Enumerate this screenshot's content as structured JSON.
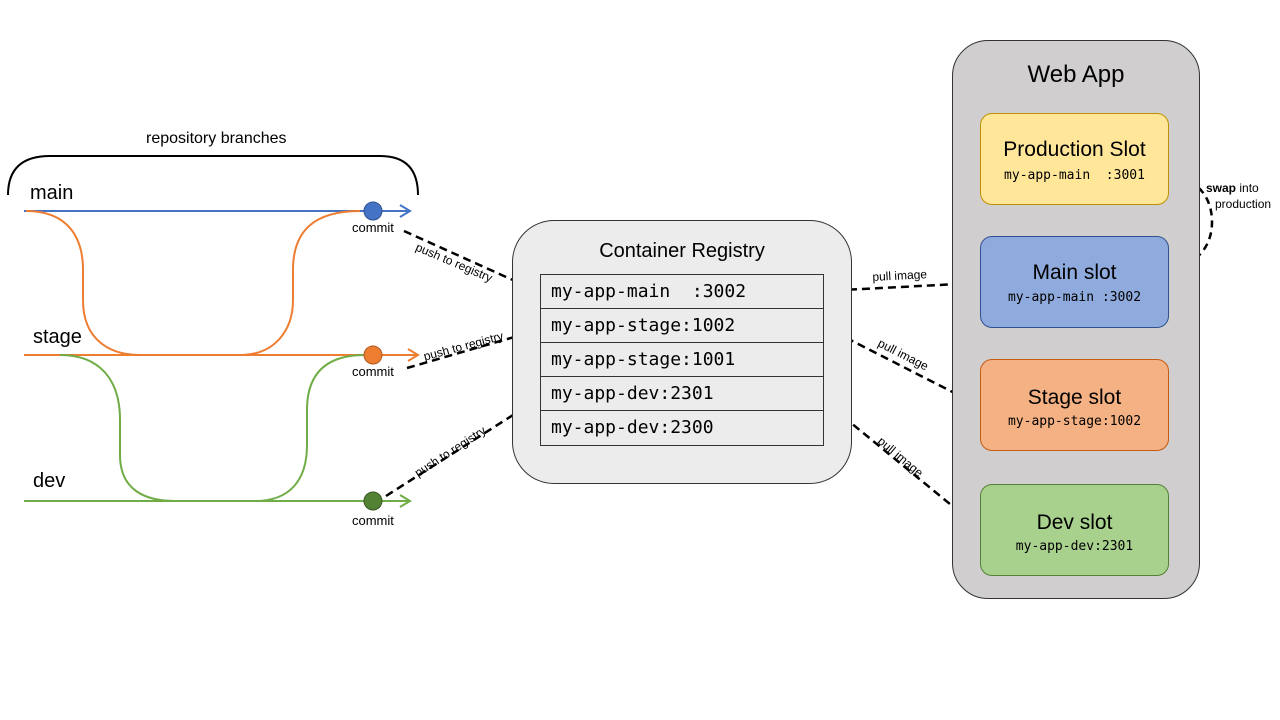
{
  "repository": {
    "title": "repository branches",
    "branches": [
      {
        "label": "main",
        "color": "#4472c4"
      },
      {
        "label": "stage",
        "color": "#ed7d31"
      },
      {
        "label": "dev",
        "color": "#70ad47"
      }
    ],
    "commit_label": "commit"
  },
  "push_label": "push to registry",
  "pull_label": "pull image",
  "registry": {
    "title": "Container Registry",
    "tags": [
      "my-app-main  :3002",
      "my-app-stage:1002",
      "my-app-stage:1001",
      "my-app-dev:2301",
      "my-app-dev:2300"
    ]
  },
  "webapp": {
    "title": "Web App",
    "slots": [
      {
        "title": "Production Slot",
        "tag": "my-app-main  :3001",
        "color": "#ffe699"
      },
      {
        "title": "Main slot",
        "tag": "my-app-main :3002",
        "color": "#8faadc"
      },
      {
        "title": "Stage slot",
        "tag": "my-app-stage:1002",
        "color": "#f4b183"
      },
      {
        "title": "Dev slot",
        "tag": "my-app-dev:2301",
        "color": "#a9d18e"
      }
    ]
  },
  "swap": {
    "bold": "swap",
    "rest1": " into",
    "rest2": "production"
  }
}
